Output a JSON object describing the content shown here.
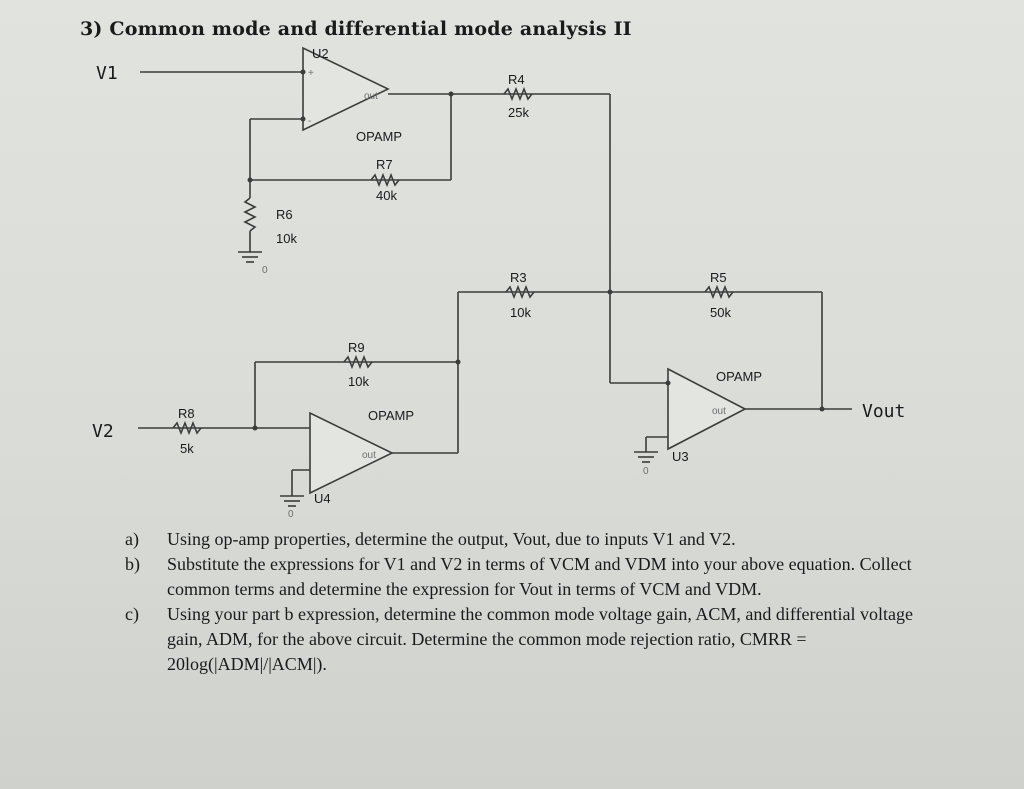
{
  "title": "3) Common mode and differential mode analysis II",
  "inputs": {
    "v1": "V1",
    "v2": "V2"
  },
  "output": "Vout",
  "opamp_label": "OPAMP",
  "opamps": [
    {
      "ref": "U2",
      "pin_out": "out",
      "pin_plus": "+",
      "pin_minus": "-"
    },
    {
      "ref": "U4",
      "pin_out": "out"
    },
    {
      "ref": "U3",
      "pin_out": "out"
    }
  ],
  "resistors": [
    {
      "ref": "R4",
      "value": "25k"
    },
    {
      "ref": "R7",
      "value": "40k"
    },
    {
      "ref": "R6",
      "value": "10k"
    },
    {
      "ref": "R3",
      "value": "10k"
    },
    {
      "ref": "R5",
      "value": "50k"
    },
    {
      "ref": "R9",
      "value": "10k"
    },
    {
      "ref": "R8",
      "value": "5k"
    }
  ],
  "ground_label": "0",
  "questions": [
    {
      "tag": "a)",
      "text": "Using op-amp properties, determine the output, Vout, due to inputs V1 and V2."
    },
    {
      "tag": "b)",
      "text": "Substitute the expressions for V1 and V2 in terms of VCM and VDM into your above equation. Collect common terms and determine the expression for Vout in terms of VCM and VDM."
    },
    {
      "tag": "c)",
      "text": "Using your part b expression, determine the common mode voltage gain, ACM, and differential voltage gain, ADM, for the above circuit. Determine the common mode rejection ratio, CMRR = 20log(|ADM|/|ACM|)."
    }
  ]
}
